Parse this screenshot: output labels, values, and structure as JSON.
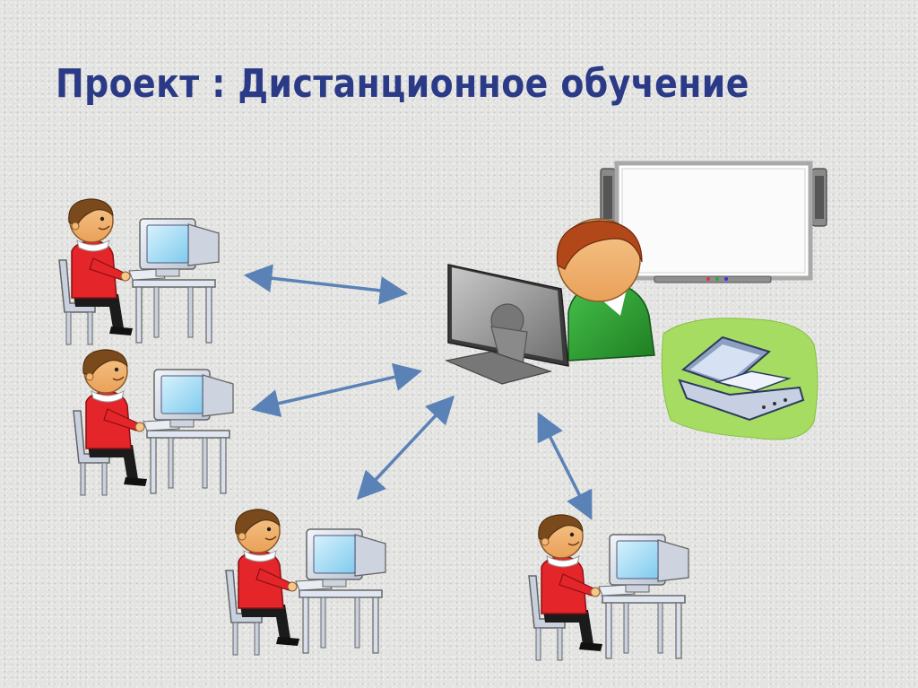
{
  "title": "Проект : Дистанционное обучение",
  "diagram": {
    "colors": {
      "title": "#2b3a86",
      "arrow": "#5b82b6",
      "student_shirt": "#e4252a",
      "teacher_shirt": "#2a9a2c",
      "scanner_bg": "#a6dc62"
    },
    "nodes": [
      {
        "id": "student-1",
        "kind": "student-at-computer-icon"
      },
      {
        "id": "student-2",
        "kind": "student-at-computer-icon"
      },
      {
        "id": "student-3",
        "kind": "student-at-computer-icon"
      },
      {
        "id": "student-4",
        "kind": "student-at-computer-icon"
      },
      {
        "id": "teacher",
        "kind": "teacher-at-computer-icon"
      },
      {
        "id": "whiteboard",
        "kind": "interactive-whiteboard-icon"
      },
      {
        "id": "scanner",
        "kind": "scanner-icon"
      }
    ],
    "edges": [
      {
        "from": "teacher",
        "to": "student-1",
        "direction": "both"
      },
      {
        "from": "teacher",
        "to": "student-2",
        "direction": "both"
      },
      {
        "from": "teacher",
        "to": "student-3",
        "direction": "both"
      },
      {
        "from": "teacher",
        "to": "student-4",
        "direction": "both"
      }
    ]
  }
}
